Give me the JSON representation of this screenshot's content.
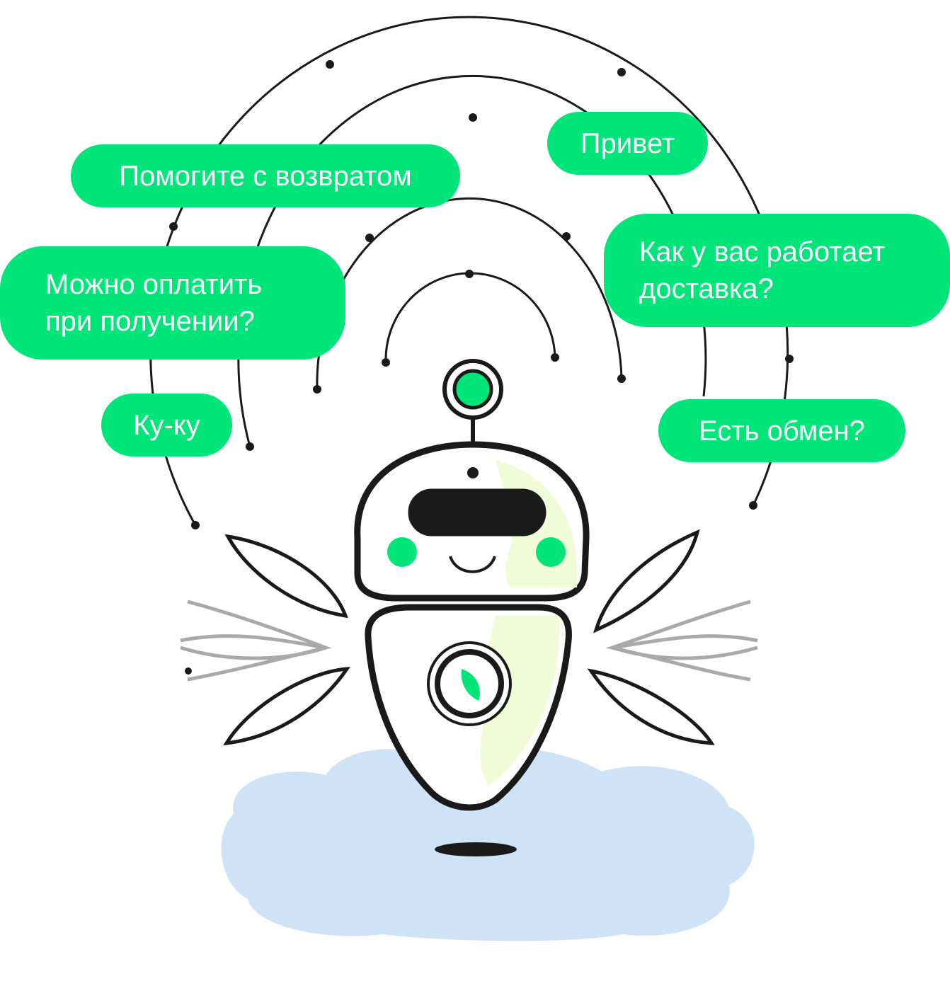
{
  "bubbles": {
    "help_return": "Помогите с возвратом",
    "hello": "Привет",
    "pay_on_delivery": "Можно оплатить при получении?",
    "delivery": "Как у вас работает доставка?",
    "cuckoo": "Ку-ку",
    "exchange": "Есть обмен?"
  },
  "colors": {
    "accent": "#00E57A",
    "cloud": "#CFE3F7",
    "highlight": "#F1FBD8",
    "ink": "#1A1A1A"
  }
}
